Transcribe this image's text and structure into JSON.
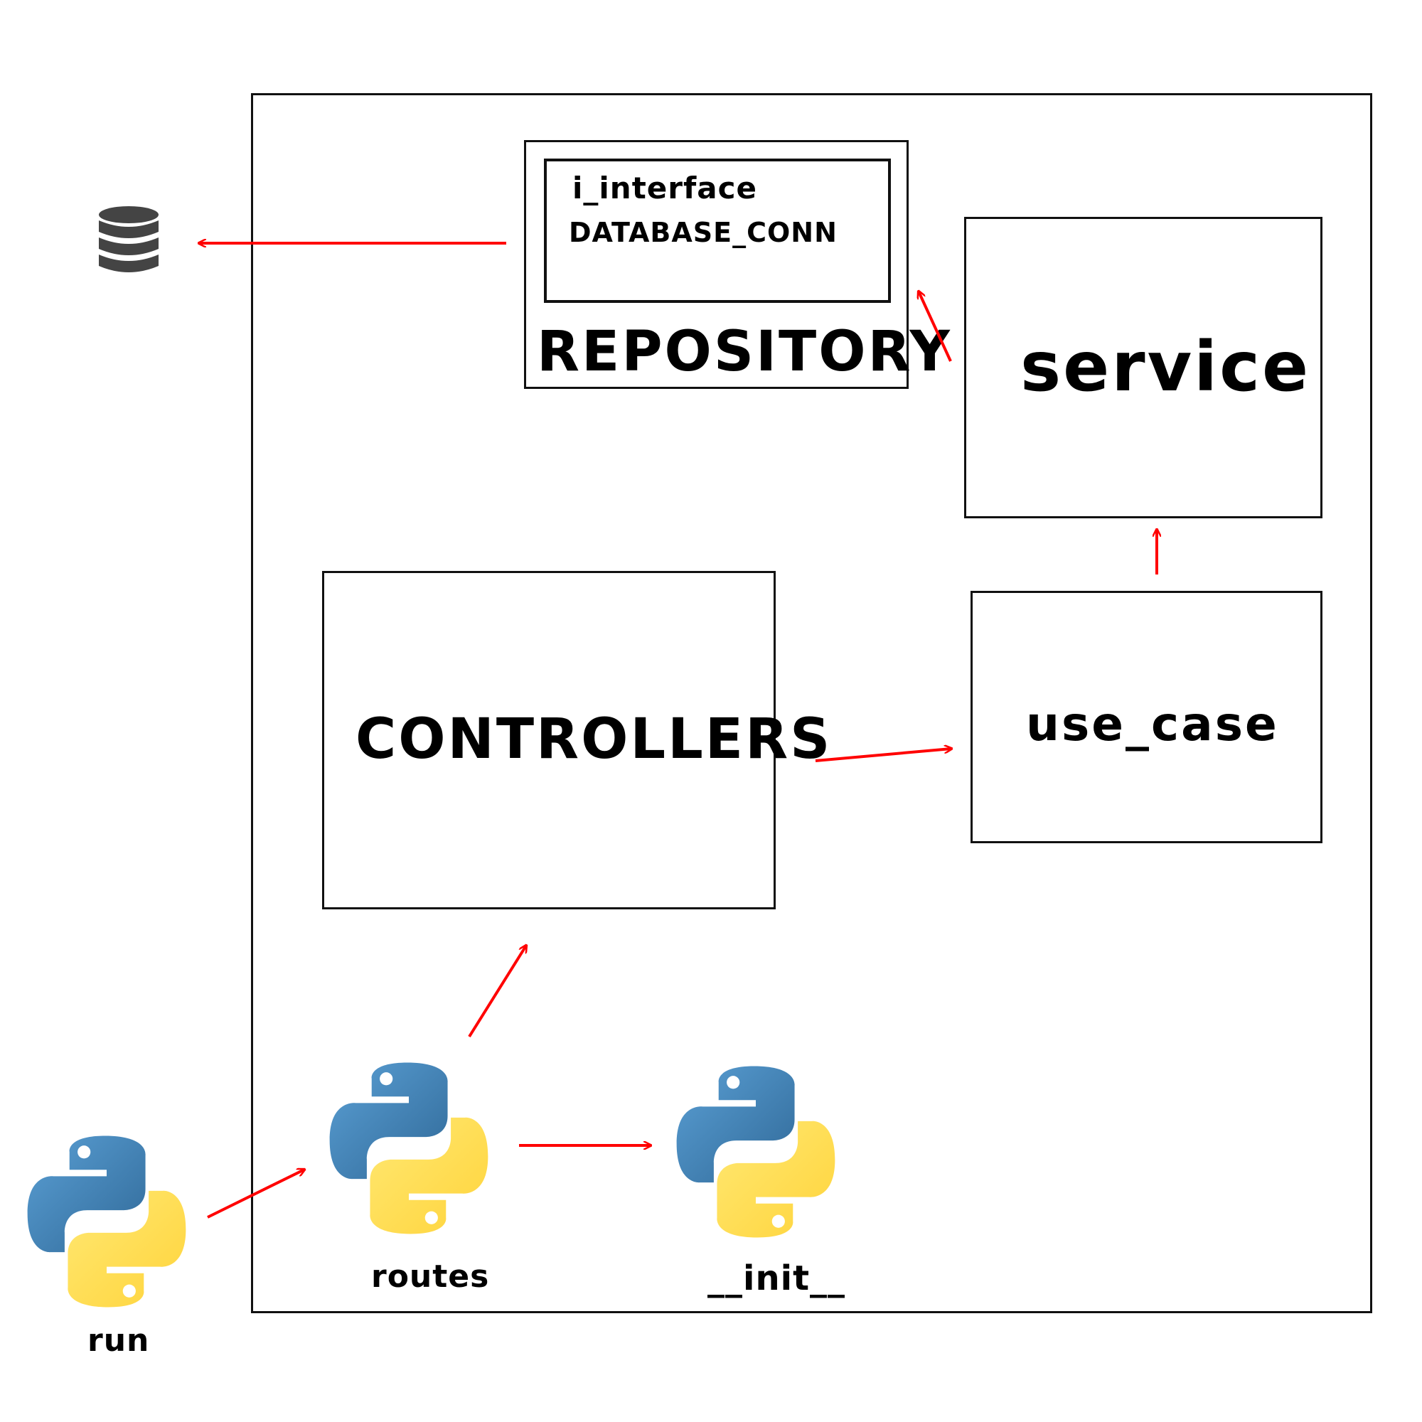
{
  "diagram": {
    "repository": {
      "title": "REPOSITORY",
      "inner_line1": "i_interface",
      "inner_line2": "DATABASE_CONN"
    },
    "service": {
      "title": "service"
    },
    "controllers": {
      "title": "CONTROLLERS"
    },
    "use_case": {
      "title": "use_case"
    },
    "files": {
      "run": "run",
      "routes": "routes",
      "init": "__init__"
    },
    "icons": {
      "database": "database-icon",
      "python": "python-logo-icon"
    },
    "colors": {
      "arrow": "#ff0000",
      "python_blue": "#3a74a7",
      "python_yellow": "#ffd43b",
      "db": "#444444"
    }
  }
}
